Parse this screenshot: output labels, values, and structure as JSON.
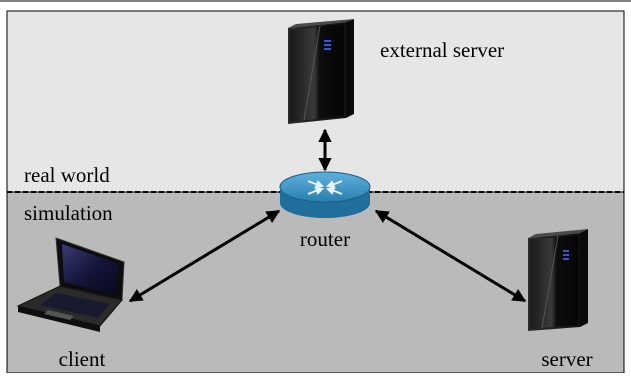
{
  "zones": {
    "real_world": {
      "label": "real world",
      "color": "#e6e6e6"
    },
    "simulation": {
      "label": "simulation",
      "color": "#bababa"
    }
  },
  "nodes": {
    "external_server": {
      "label": "external server",
      "icon": "server-tower-icon"
    },
    "router": {
      "label": "router",
      "icon": "router-icon",
      "color": "#2f86b8"
    },
    "client": {
      "label": "client",
      "icon": "laptop-icon"
    },
    "server": {
      "label": "server",
      "icon": "server-tower-icon"
    }
  },
  "links": [
    {
      "from": "external server",
      "to": "router",
      "direction": "bidirectional"
    },
    {
      "from": "router",
      "to": "client",
      "direction": "bidirectional"
    },
    {
      "from": "router",
      "to": "server",
      "direction": "bidirectional"
    }
  ]
}
